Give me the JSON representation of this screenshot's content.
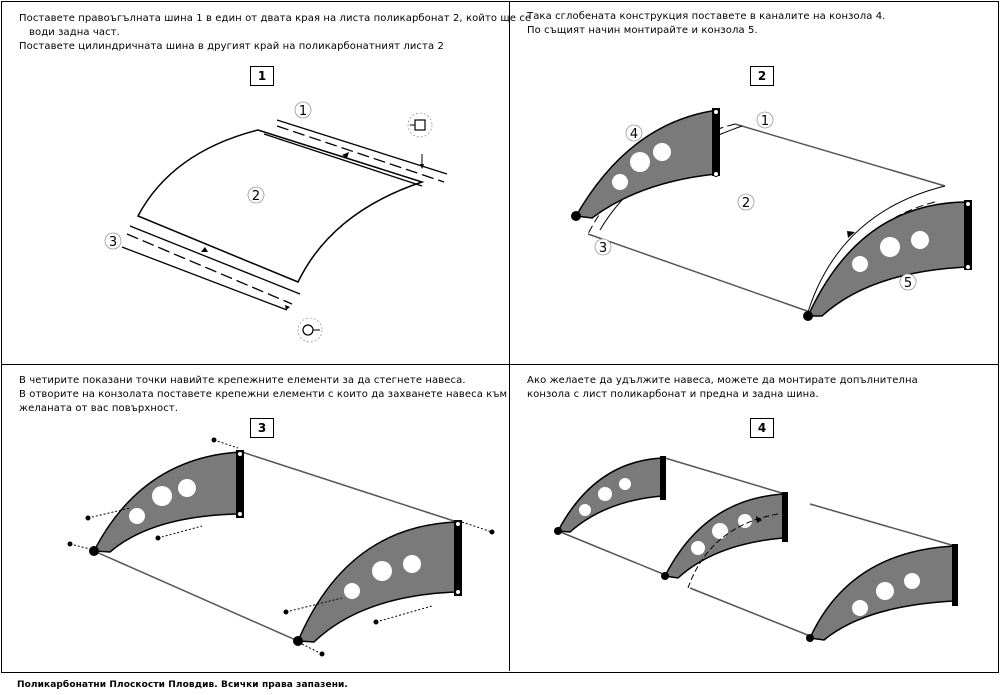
{
  "panels": [
    {
      "step": "1",
      "lines": [
        "Поставете правоъгълната шина 1 в един от двата края на листа поликарбонат 2, който ще се",
        "води задна част.",
        "Поставете цилиндричната шина в другият край на поликарбонатният листа 2"
      ],
      "callouts": [
        "1",
        "2",
        "3"
      ]
    },
    {
      "step": "2",
      "lines": [
        "Така сглобената конструкция поставете в каналите на конзола 4.",
        "По същият начин монтирайте и конзола 5."
      ],
      "callouts": [
        "1",
        "2",
        "3",
        "4",
        "5"
      ]
    },
    {
      "step": "3",
      "lines": [
        "В четирите показани точки навийте крепежните елементи за да стегнете навеса.",
        "В отворите на конзолата поставете крепежни елементи с които да захванете навеса към",
        "желаната от вас повърхност."
      ]
    },
    {
      "step": "4",
      "lines": [
        "Ако желаете да удължите навеса, можете да монтирате допълнителна",
        "конзола с лист поликарбонат и предна и задна шина."
      ]
    }
  ],
  "footer": "Поликарбонатни Плоскости Пловдив. Всички права запазени.",
  "colors": {
    "ink": "#000000",
    "bracket": "#7a7a7a",
    "paper": "#ffffff"
  }
}
